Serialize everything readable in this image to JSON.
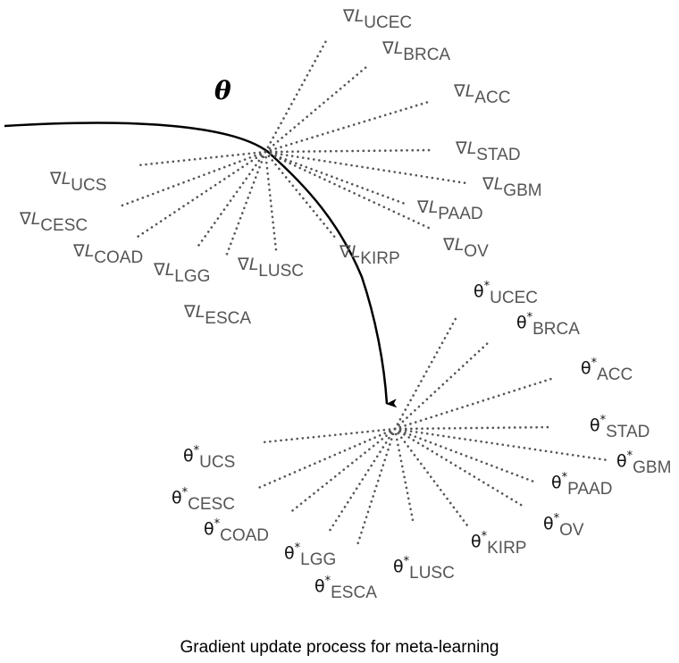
{
  "theta_label": "θ",
  "gradient_symbol": "∇L",
  "updated_symbol": "θ",
  "updated_superscript": "*",
  "caption": "Gradient update process for meta-learning",
  "tasks": [
    "UCEC",
    "BRCA",
    "ACC",
    "STAD",
    "GBM",
    "PAAD",
    "OV",
    "KIRP",
    "LUSC",
    "ESCA",
    "LGG",
    "COAD",
    "CESC",
    "UCS"
  ],
  "colors": {
    "ray": "#555555",
    "path": "#000000",
    "label": "#555555",
    "theta": "#111111"
  }
}
